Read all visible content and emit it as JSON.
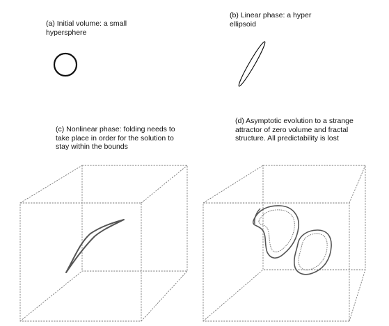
{
  "panels": {
    "a": {
      "caption": "(a) Initial volume: a small hypersphere"
    },
    "b": {
      "caption": "(b) Linear phase: a hyper ellipsoid"
    },
    "c": {
      "caption": "(c) Nonlinear phase: folding needs to take place in order for the solution to stay within the bounds"
    },
    "d": {
      "caption": "(d) Asymptotic evolution to a strange attractor of zero volume and fractal structure. All predictability is lost"
    }
  },
  "colors": {
    "stroke": "#111111",
    "box": "#7a7a7a",
    "curve": "#555555"
  }
}
